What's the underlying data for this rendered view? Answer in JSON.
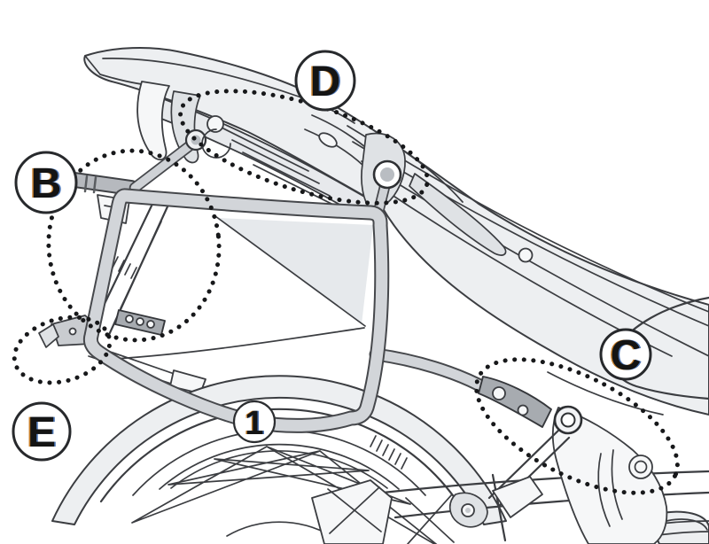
{
  "figure": {
    "description": "Line-art fitting diagram of a motorcycle side-case pannier rack with circled mounting-point callouts and dotted highlight ellipses",
    "background": "#ffffff"
  },
  "callouts": [
    {
      "label": "B"
    },
    {
      "label": "D"
    },
    {
      "label": "E"
    },
    {
      "label": "C"
    },
    {
      "label": "1"
    }
  ],
  "colors": {
    "outline": "#3b3d41",
    "body_fill": "#edeff1",
    "tube_fill": "#d2d5d9",
    "rod_fill": "#b6b9be",
    "dark_part_fill": "#a7abb0",
    "dot_color": "#17181a",
    "label_text": "#141414",
    "fringe_warm": "#c77f2a",
    "fringe_cool": "#4a74b4"
  }
}
